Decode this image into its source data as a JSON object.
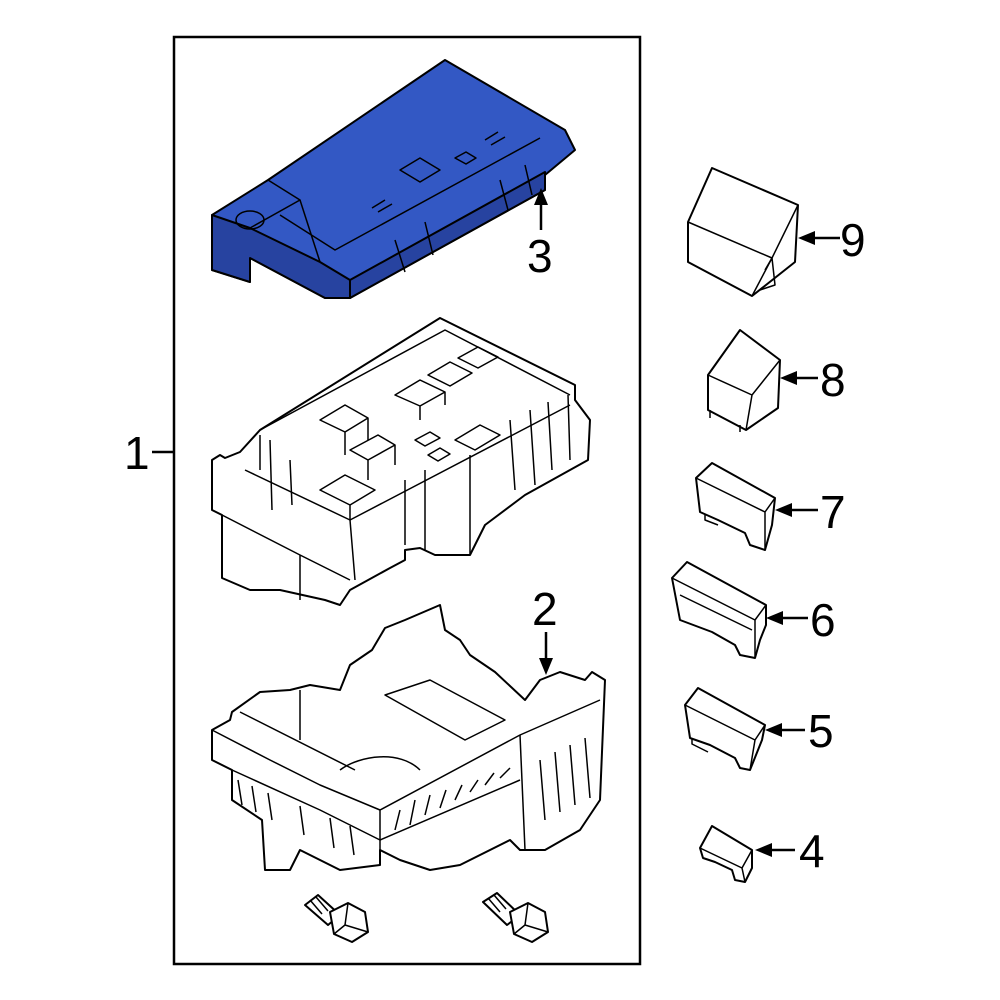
{
  "callouts": {
    "c1": "1",
    "c2": "2",
    "c3": "3",
    "c4": "4",
    "c5": "5",
    "c6": "6",
    "c7": "7",
    "c8": "8",
    "c9": "9"
  },
  "colors": {
    "highlight": "#3358c4",
    "line": "#000000",
    "background": "#ffffff"
  }
}
